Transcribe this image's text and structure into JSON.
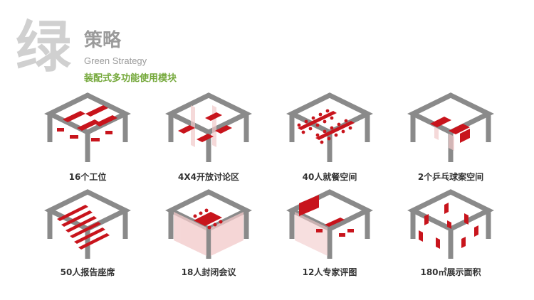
{
  "header": {
    "big_char": "绿",
    "title_cn": "策略",
    "title_en": "Green Strategy",
    "subtitle": "装配式多功能使用模块"
  },
  "colors": {
    "frame": "#8a8a8a",
    "furniture": "#c8141c",
    "furniture_light": "#f2c9c9",
    "subtitle": "#74a83a"
  },
  "modules": [
    {
      "caption": "16个工位",
      "icon": "workstations"
    },
    {
      "caption": "4X4开放讨论区",
      "icon": "open-discussion"
    },
    {
      "caption": "40人就餐空间",
      "icon": "dining"
    },
    {
      "caption": "2个乒乓球案空间",
      "icon": "ping-pong"
    },
    {
      "caption": "50人报告座席",
      "icon": "lecture-seating"
    },
    {
      "caption": "18人封闭会议",
      "icon": "closed-meeting"
    },
    {
      "caption": "12人专家评图",
      "icon": "expert-review"
    },
    {
      "caption": "180㎡展示面积",
      "icon": "exhibition"
    }
  ]
}
